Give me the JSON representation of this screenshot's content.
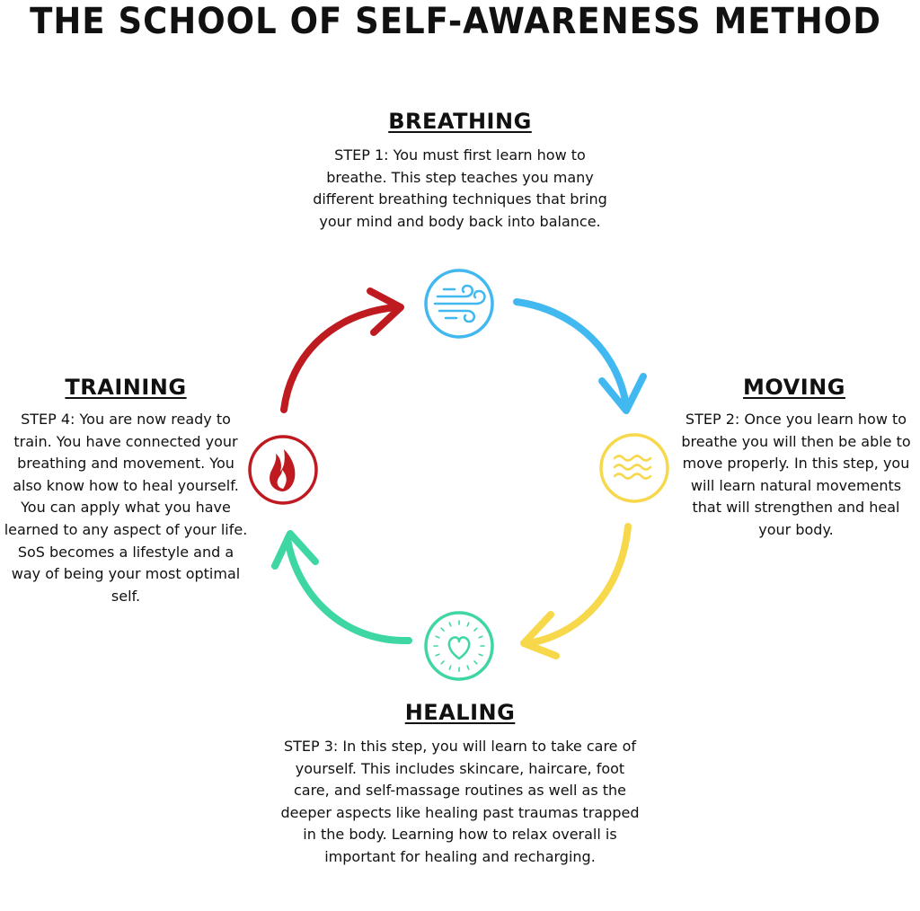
{
  "title": "THE SCHOOL OF SELF-AWARENESS METHOD",
  "steps": {
    "breathing": {
      "heading": "BREATHING",
      "text": "STEP 1: You must first learn how to breathe. This step teaches you many different breathing techniques that bring your mind and body back into balance.",
      "icon": "wind-icon",
      "color": "#42b8f0"
    },
    "moving": {
      "heading": "MOVING",
      "text": "STEP 2: Once you learn how to breathe you will then be able to move properly. In this step, you will learn natural movements that will strengthen and heal your body.",
      "icon": "waves-icon",
      "color": "#f7d84a"
    },
    "healing": {
      "heading": "HEALING",
      "text": "STEP 3: In this step, you will learn to take care of yourself. This includes skincare, haircare, foot care, and self-massage routines as well as the deeper aspects like healing past traumas trapped in the body. Learning how to relax overall is important for healing and recharging.",
      "icon": "heart-icon",
      "color": "#3ed6a3"
    },
    "training": {
      "heading": "TRAINING",
      "text": "STEP 4: You are now ready to train. You have connected your breathing and movement. You also know how to heal yourself. You can apply what you have learned to any aspect of your life. SoS becomes a lifestyle and a way of being your most optimal self.",
      "icon": "flame-icon",
      "color": "#bf1a1f"
    }
  }
}
